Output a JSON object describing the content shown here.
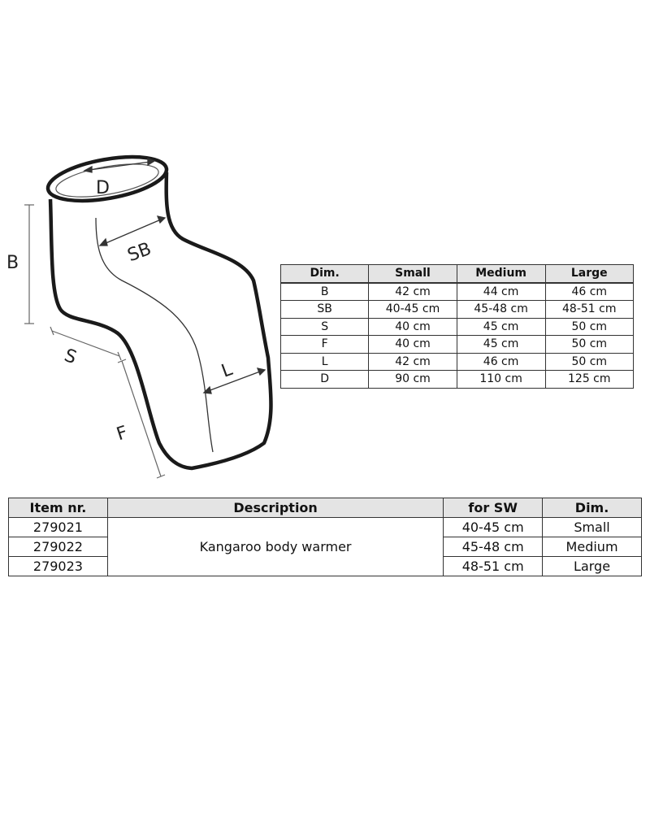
{
  "diagram": {
    "labels": {
      "d": "D",
      "sb": "SB",
      "b": "B",
      "s": "S",
      "l": "L",
      "f": "F"
    }
  },
  "dimensions_table": {
    "headers": [
      "Dim.",
      "Small",
      "Medium",
      "Large"
    ],
    "rows": [
      [
        "B",
        "42 cm",
        "44 cm",
        "46 cm"
      ],
      [
        "SB",
        "40-45 cm",
        "45-48 cm",
        "48-51 cm"
      ],
      [
        "S",
        "40 cm",
        "45 cm",
        "50 cm"
      ],
      [
        "F",
        "40 cm",
        "45 cm",
        "50 cm"
      ],
      [
        "L",
        "42 cm",
        "46 cm",
        "50 cm"
      ],
      [
        "D",
        "90 cm",
        "110 cm",
        "125 cm"
      ]
    ]
  },
  "items_table": {
    "headers": [
      "Item nr.",
      "Description",
      "for SW",
      "Dim."
    ],
    "description": "Kangaroo body warmer",
    "rows": [
      {
        "item": "279021",
        "for_sw": "40-45 cm",
        "dim": "Small"
      },
      {
        "item": "279022",
        "for_sw": "45-48 cm",
        "dim": "Medium"
      },
      {
        "item": "279023",
        "for_sw": "48-51 cm",
        "dim": "Large"
      }
    ]
  }
}
